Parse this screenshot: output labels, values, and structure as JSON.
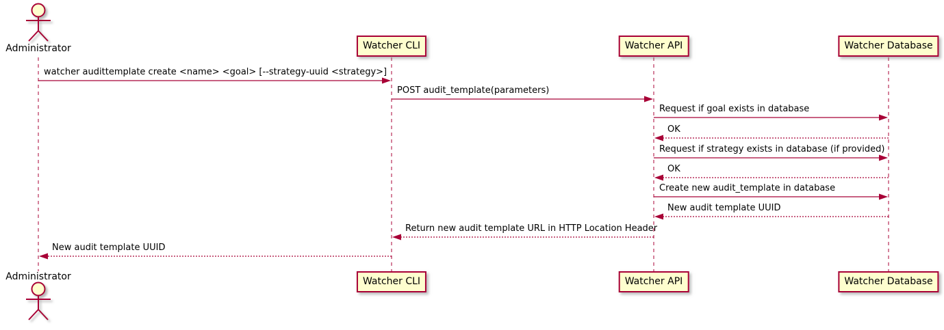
{
  "diagram": {
    "type": "sequence",
    "colors": {
      "accent": "#A80036",
      "participant_fill": "#FEFECE",
      "text": "#000000",
      "background": "#FFFFFF"
    },
    "participants": [
      {
        "id": "admin",
        "label": "Administrator",
        "kind": "actor"
      },
      {
        "id": "cli",
        "label": "Watcher CLI",
        "kind": "participant"
      },
      {
        "id": "api",
        "label": "Watcher API",
        "kind": "participant"
      },
      {
        "id": "db",
        "label": "Watcher Database",
        "kind": "participant"
      }
    ],
    "messages": [
      {
        "from": "admin",
        "to": "cli",
        "style": "solid",
        "label": "watcher audittemplate create <name> <goal> [--strategy-uuid <strategy>]"
      },
      {
        "from": "cli",
        "to": "api",
        "style": "solid",
        "label": "POST audit_template(parameters)"
      },
      {
        "from": "api",
        "to": "db",
        "style": "solid",
        "label": "Request if goal exists in database"
      },
      {
        "from": "db",
        "to": "api",
        "style": "dashed",
        "label": "OK"
      },
      {
        "from": "api",
        "to": "db",
        "style": "solid",
        "label": "Request if strategy exists in database (if provided)"
      },
      {
        "from": "db",
        "to": "api",
        "style": "dashed",
        "label": "OK"
      },
      {
        "from": "api",
        "to": "db",
        "style": "solid",
        "label": "Create new audit_template in database"
      },
      {
        "from": "db",
        "to": "api",
        "style": "dashed",
        "label": "New audit template UUID"
      },
      {
        "from": "api",
        "to": "cli",
        "style": "dashed",
        "label": "Return new audit template URL in HTTP Location Header"
      },
      {
        "from": "cli",
        "to": "admin",
        "style": "dashed",
        "label": "New audit template UUID"
      }
    ]
  }
}
